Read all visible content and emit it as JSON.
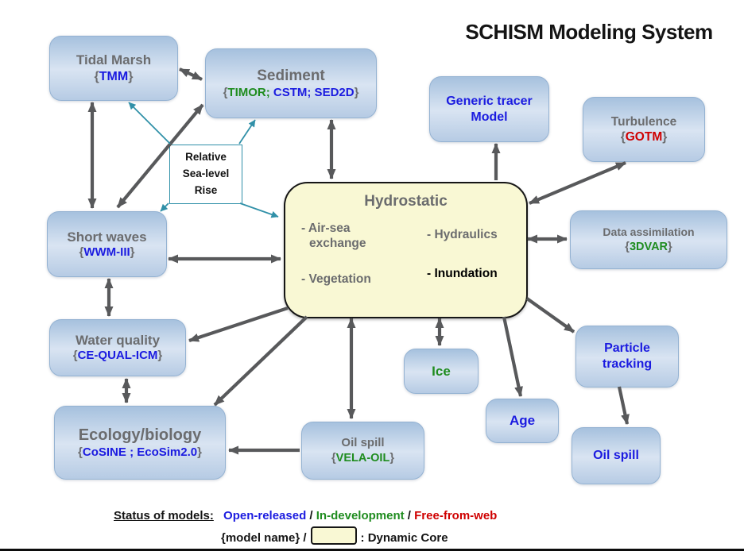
{
  "title": "SCHISM Modeling System",
  "colors": {
    "box_blue_top": "#a6c1de",
    "box_blue_mid": "#d9e4f2",
    "box_blue_bottom": "#b6cbe4",
    "core_fill": "#f9f8d4",
    "arrow_gray": "#58595b",
    "teal": "#3090a8",
    "text_gray": "#6b6c6e",
    "text_blue": "#1b1be0",
    "text_green": "#1f8c1f",
    "text_red": "#cf0000"
  },
  "nodes": {
    "tidal_marsh": {
      "title": "Tidal Marsh",
      "open": "{",
      "model": "TMM",
      "close": "}"
    },
    "sediment": {
      "title": "Sediment",
      "open": "{",
      "m_green": "TIMOR;",
      "m_blue": " CSTM; SED2D",
      "close": "}"
    },
    "rslr": {
      "line1": "Relative",
      "line2": "Sea-level",
      "line3": "Rise"
    },
    "generic_tracer": {
      "line1": "Generic tracer",
      "line2": "Model"
    },
    "turbulence": {
      "title": "Turbulence",
      "open": "{",
      "model": "GOTM",
      "close": "}"
    },
    "short_waves": {
      "title": "Short waves",
      "open": "{",
      "model": "WWM-III",
      "close": "}"
    },
    "data_assimilation": {
      "title": "Data assimilation",
      "open": "{",
      "model": "3DVAR",
      "close": "}"
    },
    "water_quality": {
      "title": "Water quality",
      "open": "{",
      "model": "CE-QUAL-ICM",
      "close": "}"
    },
    "ecology": {
      "title": "Ecology/biology",
      "open": "{",
      "model": "CoSINE ; EcoSim2.0",
      "close": "}"
    },
    "oil_spill_vela": {
      "title": "Oil spill",
      "open": "{",
      "model": "VELA-OIL",
      "close": "}"
    },
    "ice": {
      "label": "Ice"
    },
    "age": {
      "label": "Age"
    },
    "particle_tracking": {
      "line1": "Particle",
      "line2": "tracking"
    },
    "oil_spill": {
      "label": "Oil spill"
    }
  },
  "core": {
    "title": "Hydrostatic",
    "airsea_l1": "- Air-sea",
    "airsea_l2": "exchange",
    "vegetation": "- Vegetation",
    "hydraulics": "- Hydraulics",
    "inundation": "- Inundation"
  },
  "legend": {
    "heading": "Status of models:",
    "open_released": "Open-released",
    "sep1": "/",
    "in_development": "In-development",
    "sep2": "/",
    "free_from_web": "Free-from-web",
    "model_name": "{model name} /",
    "dynamic_core": ": Dynamic Core"
  }
}
